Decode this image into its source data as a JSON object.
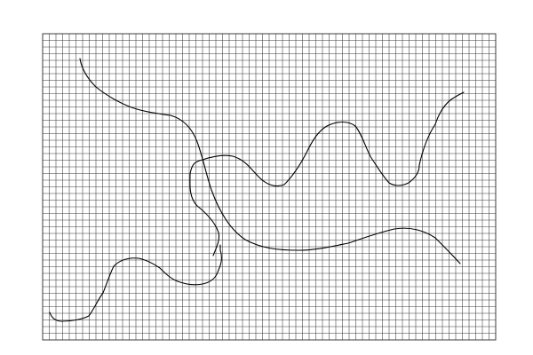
{
  "figure": {
    "type": "hand-drawn curves on square grid",
    "grid": {
      "columns": 68,
      "rows": 46,
      "line_color": "#3a3a3a",
      "background": "#ffffff"
    },
    "curve_count": 3,
    "curve_color": "#000000"
  }
}
